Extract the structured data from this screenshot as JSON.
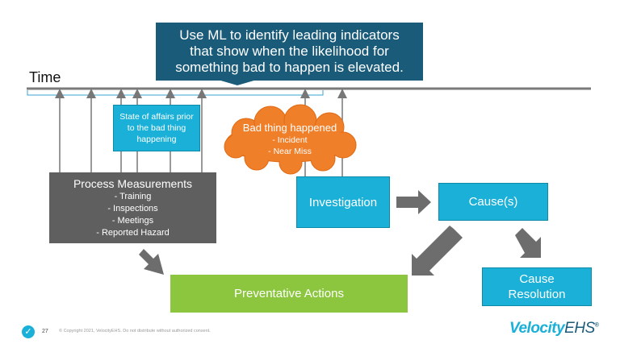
{
  "callout": {
    "lines": [
      "Use ML to identify leading indicators",
      "that show when the likelihood for",
      "something bad to happen is elevated."
    ]
  },
  "timeline": {
    "label": "Time"
  },
  "state_box": {
    "lines": [
      "State of affairs prior",
      "to the bad thing",
      "happening"
    ]
  },
  "cloud": {
    "title": "Bad thing happened",
    "items": [
      "- Incident",
      "- Near Miss"
    ]
  },
  "process": {
    "title": "Process Measurements",
    "items": [
      "- Training",
      "- Inspections",
      "- Meetings",
      "- Reported Hazard"
    ]
  },
  "investigation": {
    "label": "Investigation"
  },
  "causes": {
    "label": "Cause(s)"
  },
  "cause_resolution": {
    "lines": [
      "Cause",
      "Resolution"
    ]
  },
  "preventative": {
    "label": "Preventative Actions"
  },
  "footer": {
    "badge_icon": "checkmark-icon",
    "page_number": "27",
    "copyright": "© Copyright 2021, VelocityEHS. Do not distribute without authorized consent.",
    "brand_primary": "Velocity",
    "brand_secondary": "EHS",
    "brand_mark": "®"
  },
  "colors": {
    "navy": "#1a5b7a",
    "cyan": "#1ab0d8",
    "orange": "#f07f2a",
    "gray": "#5f5f5f",
    "green": "#8cc63f",
    "arrow_gray": "#6d6d6d"
  }
}
